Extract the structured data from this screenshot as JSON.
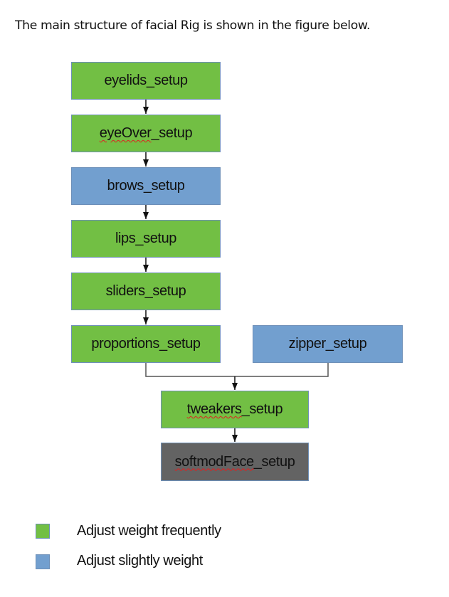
{
  "intro_text": "The main structure of facial Rig is shown in the figure below.",
  "colors": {
    "frequent": "#72bf44",
    "slight": "#729fcf",
    "other": "#636363"
  },
  "nodes": [
    {
      "id": "eyelids",
      "label": "eyelids_setup",
      "category": "frequent",
      "spell_flag_prefix": ""
    },
    {
      "id": "eyeOver",
      "label_flagged": "eyeOver",
      "label_rest": "_setup",
      "category": "frequent"
    },
    {
      "id": "brows",
      "label": "brows_setup",
      "category": "slight"
    },
    {
      "id": "lips",
      "label": "lips_setup",
      "category": "frequent"
    },
    {
      "id": "sliders",
      "label": "sliders_setup",
      "category": "frequent"
    },
    {
      "id": "proportions",
      "label": "proportions_setup",
      "category": "frequent"
    },
    {
      "id": "zipper",
      "label": "zipper_setup",
      "category": "slight"
    },
    {
      "id": "tweakers",
      "label_flagged": "tweakers",
      "label_rest": "_setup",
      "category": "frequent"
    },
    {
      "id": "softmodFace",
      "label_flagged": "softmodFace",
      "label_rest": "_setup",
      "category": "other"
    }
  ],
  "edges": [
    [
      "eyelids",
      "eyeOver"
    ],
    [
      "eyeOver",
      "brows"
    ],
    [
      "brows",
      "lips"
    ],
    [
      "lips",
      "sliders"
    ],
    [
      "sliders",
      "proportions"
    ],
    [
      "proportions",
      "tweakers"
    ],
    [
      "zipper",
      "tweakers"
    ],
    [
      "tweakers",
      "softmodFace"
    ]
  ],
  "legend": [
    {
      "label": "Adjust weight frequently",
      "category": "frequent"
    },
    {
      "label": "Adjust slightly weight",
      "category": "slight"
    }
  ]
}
